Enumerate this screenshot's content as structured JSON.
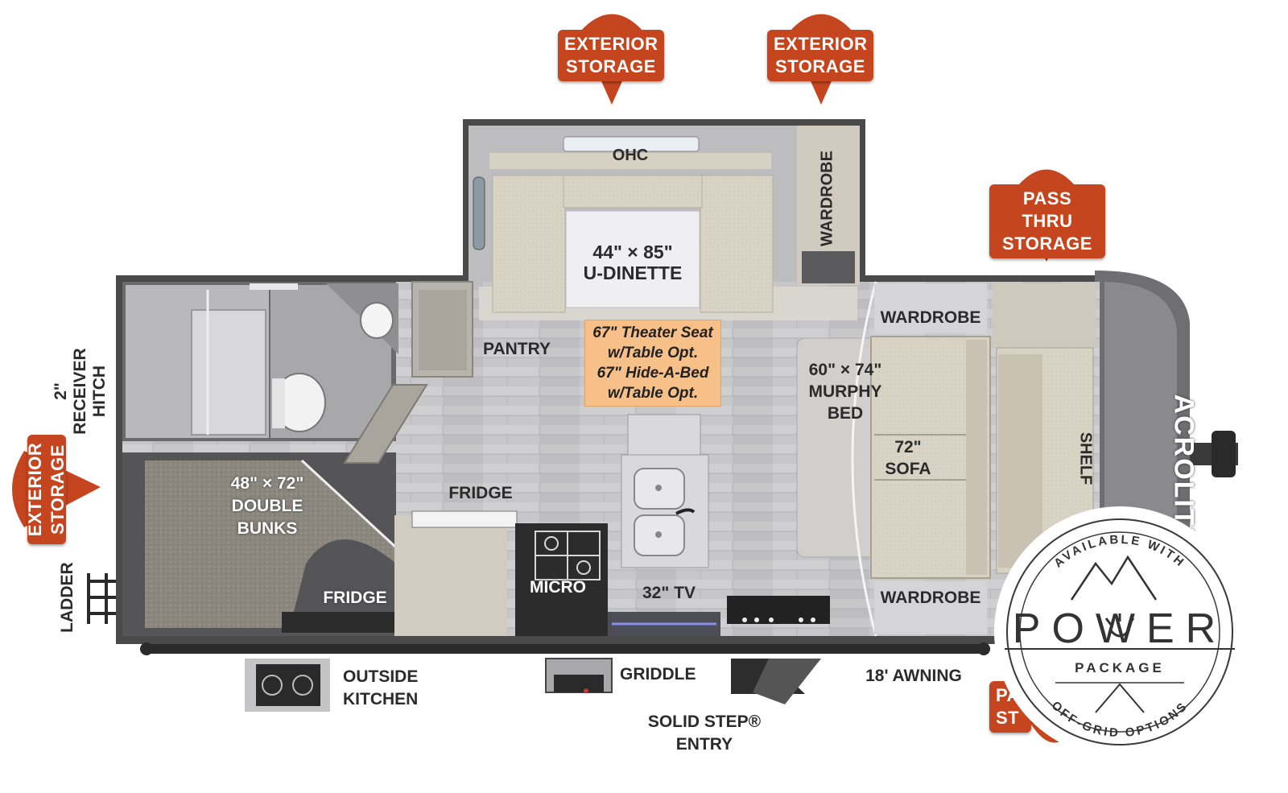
{
  "storage_tags": {
    "ext_storage_1": [
      "EXTERIOR",
      "STORAGE"
    ],
    "ext_storage_2": [
      "EXTERIOR",
      "STORAGE"
    ],
    "pass_thru": [
      "PASS THRU",
      "STORAGE"
    ],
    "ext_storage_left": [
      "EXTERIOR",
      "STORAGE"
    ],
    "pass_thru_bottom": [
      "PA",
      "ST"
    ]
  },
  "rooms": {
    "ohc": "OHC",
    "wardrobe_slide": "WARDROBE",
    "dinette_size": "44\" × 85\"",
    "dinette_name": "U-DINETTE",
    "pantry": "PANTRY",
    "theater_seat": [
      "67\" Theater Seat",
      "w/Table Opt.",
      "67\" Hide-A-Bed",
      "w/Table Opt."
    ],
    "wardrobe_top": "WARDROBE",
    "wardrobe_bottom": "WARDROBE",
    "murphy_bed": [
      "60\" × 74\"",
      "MURPHY",
      "BED"
    ],
    "sofa": [
      "72\"",
      "SOFA"
    ],
    "shelf": "SHELF",
    "bunks": [
      "48\" × 72\"",
      "DOUBLE",
      "BUNKS"
    ],
    "fridge_main": "FRIDGE",
    "fridge_bunk": "FRIDGE",
    "micro": "MICRO",
    "tv": "32\" TV"
  },
  "exterior": {
    "receiver_hitch": [
      "2\"",
      "RECEIVER",
      "HITCH"
    ],
    "ladder": "LADDER",
    "outside_kitchen": [
      "OUTSIDE",
      "KITCHEN"
    ],
    "griddle": "GRIDDLE",
    "solid_step": [
      "SOLID STEP®",
      "ENTRY"
    ],
    "awning": "18' AWNING"
  },
  "brand": {
    "nose_text": "ACROLITE"
  },
  "badge": {
    "top_arc": "AVAILABLE WITH",
    "title": "POWER",
    "subtitle": "PACKAGE",
    "bottom_arc": "OFF-GRID OPTIONS"
  },
  "colors": {
    "tag_orange": "#c5451f",
    "note_peach": "#f7c089",
    "floor": "#c9c9cb",
    "wall": "#4a4a4a",
    "cabinet": "#d6d0c6"
  }
}
